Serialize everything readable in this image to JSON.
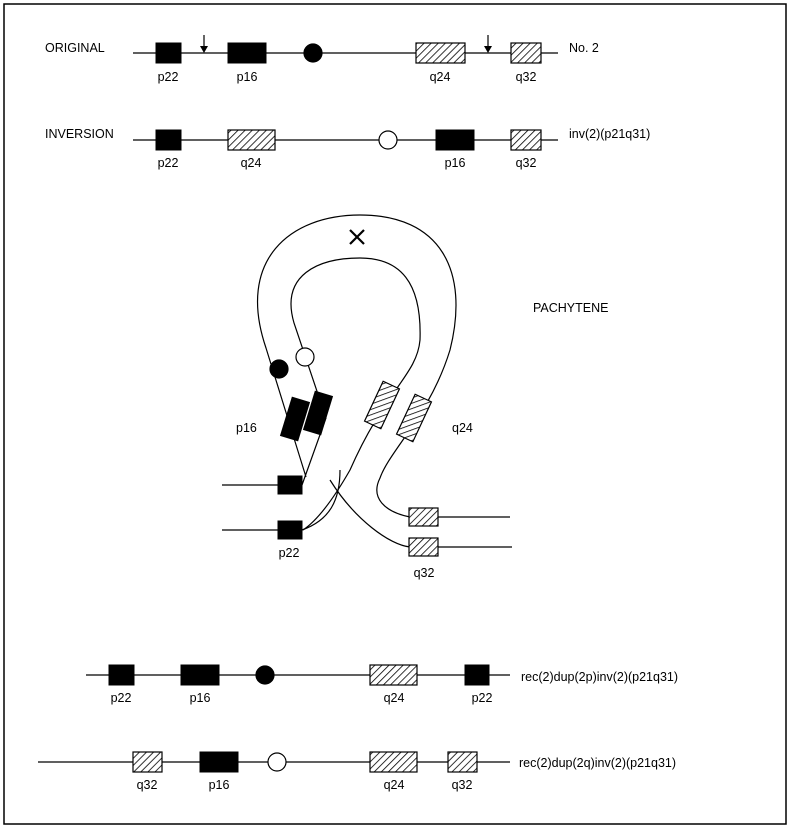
{
  "rows": {
    "original": {
      "label": "ORIGINAL",
      "right_label": "No. 2",
      "p22": "p22",
      "p16": "p16",
      "q24": "q24",
      "q32": "q32"
    },
    "inversion": {
      "label": "INVERSION",
      "right_label": "inv(2)(p21q31)",
      "p22": "p22",
      "q24": "q24",
      "p16": "p16",
      "q32": "q32"
    },
    "rec_dup_p": {
      "right_label": "rec(2)dup(2p)inv(2)(p21q31)",
      "p22": "p22",
      "p16": "p16",
      "q24": "q24",
      "p22b": "p22"
    },
    "rec_dup_q": {
      "right_label": "rec(2)dup(2q)inv(2)(p21q31)",
      "q32": "q32",
      "p16": "p16",
      "q24": "q24",
      "q32b": "q32"
    }
  },
  "pachytene": {
    "label": "PACHYTENE",
    "p16": "p16",
    "q24": "q24",
    "p22": "p22",
    "q32": "q32"
  }
}
